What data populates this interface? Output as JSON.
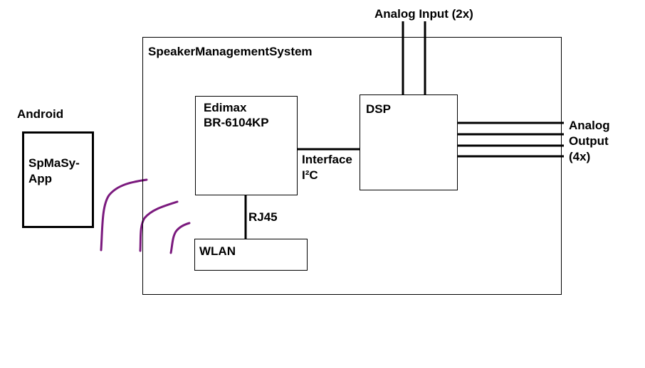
{
  "diagram": {
    "system_title": "SpeakerManagementSystem",
    "android": {
      "title": "Android",
      "app_line1": "SpMaSy-",
      "app_line2": "App"
    },
    "router": {
      "line1": "Edimax",
      "line2": "BR-6104KP"
    },
    "dsp": {
      "title": "DSP"
    },
    "wlan": {
      "title": "WLAN"
    },
    "link_rj45": "RJ45",
    "link_interface_line1": "Interface",
    "link_interface_line2": "I²C",
    "analog_input": "Analog Input (2x)",
    "analog_output_line1": "Analog",
    "analog_output_line2": "Output",
    "analog_output_line3": "(4x)",
    "colors": {
      "line": "#000000",
      "wireless_waves": "#7B1A7E"
    }
  }
}
